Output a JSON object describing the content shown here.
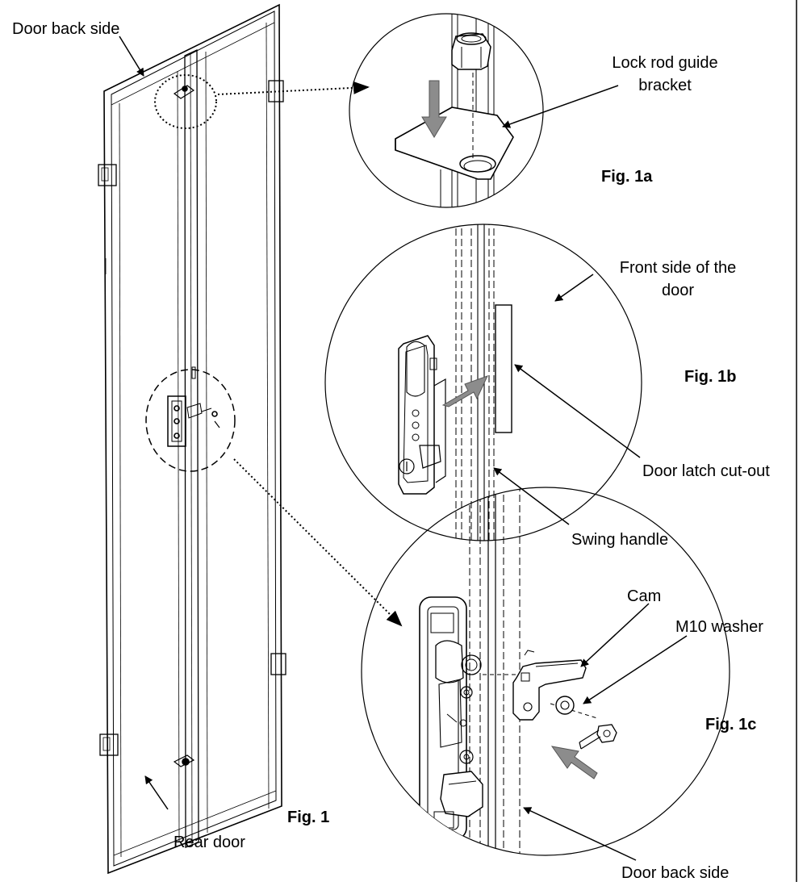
{
  "labels": {
    "door_back_side_top": "Door back side",
    "lock_rod_guide_line1": "Lock rod guide",
    "lock_rod_guide_line2": "bracket",
    "front_side_line1": "Front side of the",
    "front_side_line2": "door",
    "door_latch_cutout": "Door latch cut-out",
    "swing_handle": "Swing handle",
    "cam": "Cam",
    "m10_washer": "M10 washer",
    "door_back_side_bottom": "Door back side",
    "rear_door": "Rear door"
  },
  "figures": {
    "fig1": "Fig. 1",
    "fig1a": "Fig. 1a",
    "fig1b": "Fig. 1b",
    "fig1c": "Fig. 1c"
  }
}
